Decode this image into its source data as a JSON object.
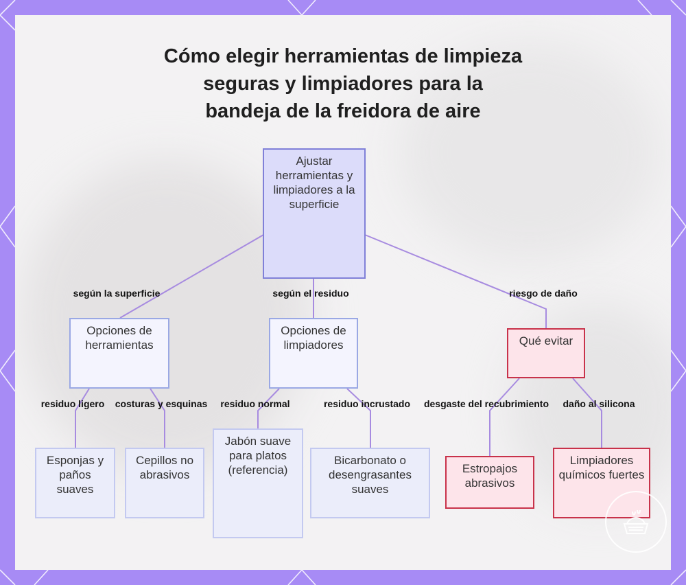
{
  "title": {
    "line1": "Cómo elegir herramientas de limpieza",
    "line2": "seguras y limpiadores para la",
    "line3": "bandeja de la freidora de aire"
  },
  "nodes": {
    "root": "Ajustar herramientas y limpiadores a la superficie",
    "tools": "Opciones de herramientas",
    "cleaners": "Opciones de limpiadores",
    "avoid": "Qué evitar",
    "sponges": "Esponjas y paños suaves",
    "brushes": "Cepillos no abrasivos",
    "soap": "Jabón suave para platos (referencia)",
    "baking_soda": "Bicarbonato o desengrasantes suaves",
    "scourers": "Estropajos abrasivos",
    "chemicals": "Limpiadores químicos fuertes"
  },
  "edges": {
    "by_surface": "según la superficie",
    "by_residue": "según el residuo",
    "damage_risk": "riesgo de daño",
    "light_residue": "residuo ligero",
    "seams_corners": "costuras y esquinas",
    "normal_residue": "residuo normal",
    "baked_residue": "residuo incrustado",
    "coating_wear": "desgaste del recubrimiento",
    "silicone_damage": "daño al silicona"
  },
  "colors": {
    "frame": "#a78bf5",
    "edge": "#a78be0",
    "blue_node_border": "#8080d8",
    "red_node_border": "#c8324a"
  }
}
